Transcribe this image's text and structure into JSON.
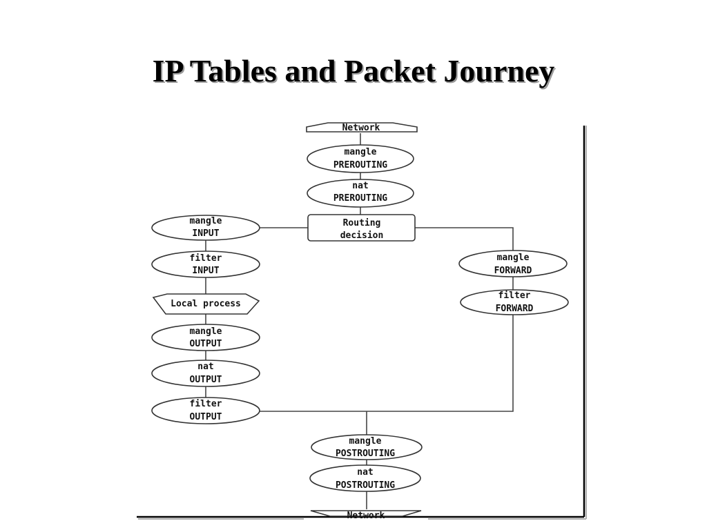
{
  "title": "IP Tables and Packet Journey",
  "nodes": {
    "network_in": [
      "Network"
    ],
    "mangle_prerouting": [
      "mangle",
      "PREROUTING"
    ],
    "nat_prerouting": [
      "nat",
      "PREROUTING"
    ],
    "routing_decision": [
      "Routing",
      "decision"
    ],
    "mangle_input": [
      "mangle",
      "INPUT"
    ],
    "filter_input": [
      "filter",
      "INPUT"
    ],
    "local_process": [
      "Local process"
    ],
    "mangle_output": [
      "mangle",
      "OUTPUT"
    ],
    "nat_output": [
      "nat",
      "OUTPUT"
    ],
    "filter_output": [
      "filter",
      "OUTPUT"
    ],
    "mangle_forward": [
      "mangle",
      "FORWARD"
    ],
    "filter_forward": [
      "filter",
      "FORWARD"
    ],
    "mangle_postrouting": [
      "mangle",
      "POSTROUTING"
    ],
    "nat_postrouting": [
      "nat",
      "POSTROUTING"
    ],
    "network_out": [
      "Network"
    ]
  }
}
